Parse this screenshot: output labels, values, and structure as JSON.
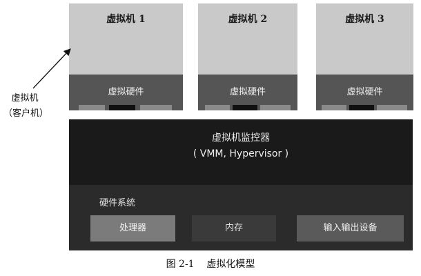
{
  "vms": [
    {
      "title": "虚拟机 1",
      "hardware_label": "虚拟硬件"
    },
    {
      "title": "虚拟机 2",
      "hardware_label": "虚拟硬件"
    },
    {
      "title": "虚拟机 3",
      "hardware_label": "虚拟硬件"
    }
  ],
  "guest_label": {
    "line1": "虚拟机",
    "line2": "（客户机）"
  },
  "vmm": {
    "title": "虚拟机监控器",
    "subtitle": "( VMM, Hypervisor )"
  },
  "hardware_system": {
    "label": "硬件系统",
    "components": [
      "处理器",
      "内存",
      "输入输出设备"
    ]
  },
  "caption": "图 2-1    虚拟化模型",
  "colors": {
    "vm_top": "#c9c9c9",
    "vm_hardware": "#555555",
    "vmm": "#1a1a1a",
    "hardware_system": "#2b2b2b"
  }
}
